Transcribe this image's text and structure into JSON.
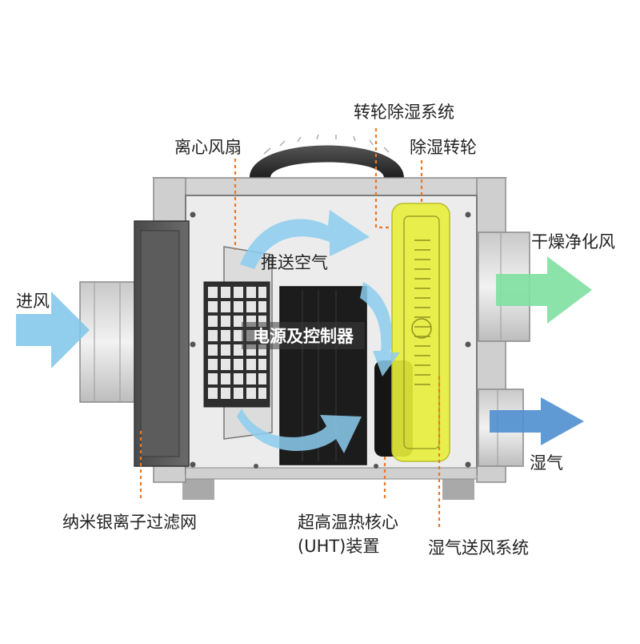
{
  "labels": {
    "rotor_system": "转轮除湿系统",
    "desiccant_rotor": "除湿转轮",
    "centrifugal_fan": "离心风扇",
    "push_air": "推送空气",
    "inlet": "进风",
    "power_controller": "电源及控制器",
    "dry_clean_air": "干燥净化风",
    "humid_air": "湿气",
    "nano_silver_filter": "纳米银离子过滤网",
    "uht_line1": "超高温热核心",
    "uht_line2": "(UHT)装置",
    "humid_air_system": "湿气送风系统"
  },
  "colors": {
    "leader_line": "#E8782A",
    "rotor_yellow": "#E8EE3A",
    "inlet_arrow": "#7EC4EA",
    "dry_arrow": "#7FE0A0",
    "humid_arrow": "#4F8FD0",
    "flow_arrow": "#8CCDEF"
  }
}
